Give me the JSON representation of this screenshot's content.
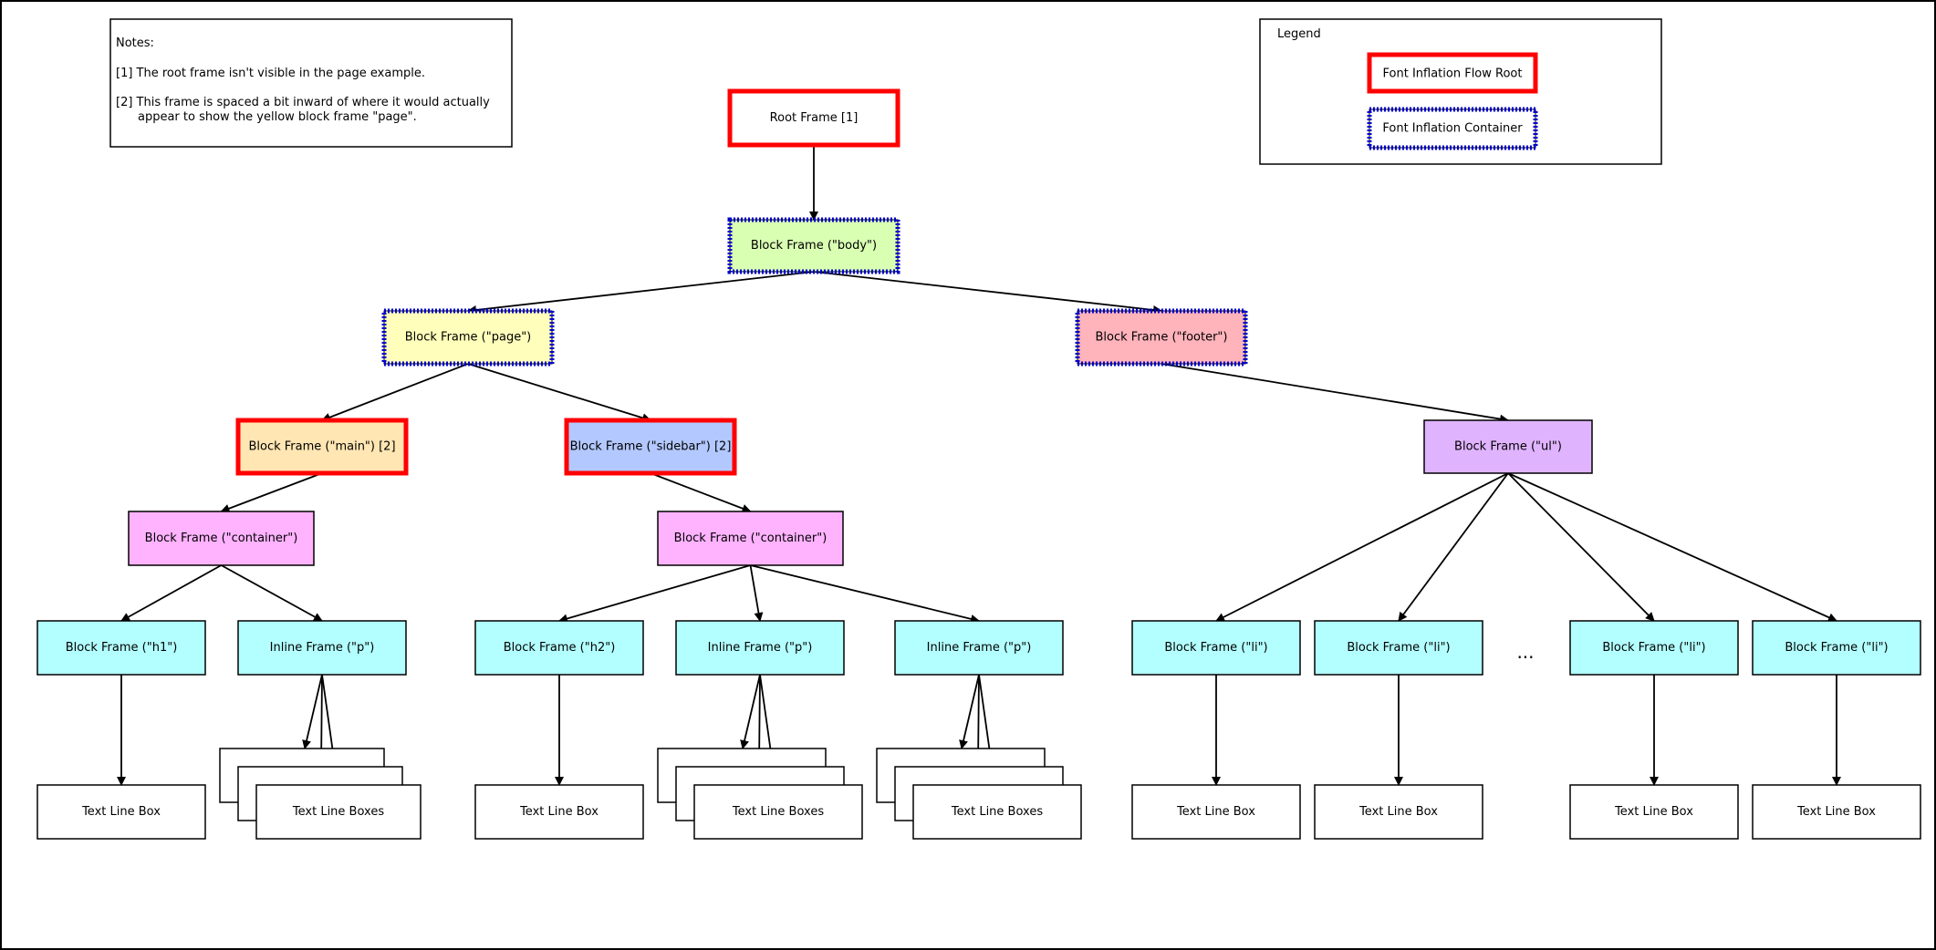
{
  "notes": {
    "title": "Notes:",
    "lines": [
      "[1] The root frame isn't visible in the page example.",
      "[2] This frame is spaced a bit inward of where it would actually",
      "appear to show the yellow block frame \"page\"."
    ]
  },
  "legend": {
    "title": "Legend",
    "flow_root_label": "Font Inflation Flow Root",
    "container_label": "Font Inflation Container",
    "colors": {
      "flow_root_border": "#ff0000",
      "container_border": "#0000cc"
    }
  },
  "nodes": {
    "root": {
      "label": "Root Frame [1]",
      "style": "flow-root",
      "fill": "#ffffff"
    },
    "body": {
      "label": "Block Frame (\"body\")",
      "style": "container",
      "fill": "#d9ffb3"
    },
    "page": {
      "label": "Block Frame (\"page\")",
      "style": "container",
      "fill": "#ffffbb"
    },
    "footer": {
      "label": "Block Frame (\"footer\")",
      "style": "container",
      "fill": "#ffb3bb"
    },
    "main": {
      "label": "Block Frame (\"main\") [2]",
      "style": "flow-root",
      "fill": "#ffe6b3"
    },
    "sidebar": {
      "label": "Block Frame (\"sidebar\") [2]",
      "style": "flow-root",
      "fill": "#b3c8ff"
    },
    "ul": {
      "label": "Block Frame (\"ul\")",
      "style": "plain",
      "fill": "#e0b3ff"
    },
    "container_main": {
      "label": "Block Frame (\"container\")",
      "style": "plain",
      "fill": "#ffb3ff"
    },
    "container_sidebar": {
      "label": "Block Frame (\"container\")",
      "style": "plain",
      "fill": "#ffb3ff"
    },
    "h1": {
      "label": "Block Frame (\"h1\")",
      "style": "plain",
      "fill": "#b3ffff"
    },
    "p_main": {
      "label": "Inline Frame (\"p\")",
      "style": "plain",
      "fill": "#b3ffff"
    },
    "h2": {
      "label": "Block Frame (\"h2\")",
      "style": "plain",
      "fill": "#b3ffff"
    },
    "p_side1": {
      "label": "Inline Frame (\"p\")",
      "style": "plain",
      "fill": "#b3ffff"
    },
    "p_side2": {
      "label": "Inline Frame (\"p\")",
      "style": "plain",
      "fill": "#b3ffff"
    },
    "li1": {
      "label": "Block Frame (\"li\")",
      "style": "plain",
      "fill": "#b3ffff"
    },
    "li2": {
      "label": "Block Frame (\"li\")",
      "style": "plain",
      "fill": "#b3ffff"
    },
    "li3": {
      "label": "Block Frame (\"li\")",
      "style": "plain",
      "fill": "#b3ffff"
    },
    "li4": {
      "label": "Block Frame (\"li\")",
      "style": "plain",
      "fill": "#b3ffff"
    },
    "tl_h1": {
      "label": "Text Line Box",
      "style": "plain",
      "fill": "#ffffff"
    },
    "tls_main": {
      "label": "Text Line Boxes",
      "style": "stack",
      "fill": "#ffffff"
    },
    "tl_h2": {
      "label": "Text Line Box",
      "style": "plain",
      "fill": "#ffffff"
    },
    "tls_side1": {
      "label": "Text Line Boxes",
      "style": "stack",
      "fill": "#ffffff"
    },
    "tls_side2": {
      "label": "Text Line Boxes",
      "style": "stack",
      "fill": "#ffffff"
    },
    "tl_li1": {
      "label": "Text Line Box",
      "style": "plain",
      "fill": "#ffffff"
    },
    "tl_li2": {
      "label": "Text Line Box",
      "style": "plain",
      "fill": "#ffffff"
    },
    "tl_li3": {
      "label": "Text Line Box",
      "style": "plain",
      "fill": "#ffffff"
    },
    "tl_li4": {
      "label": "Text Line Box",
      "style": "plain",
      "fill": "#ffffff"
    }
  },
  "ellipsis": "...",
  "edges": [
    [
      "root",
      "body"
    ],
    [
      "body",
      "page"
    ],
    [
      "body",
      "footer"
    ],
    [
      "page",
      "main"
    ],
    [
      "page",
      "sidebar"
    ],
    [
      "footer",
      "ul"
    ],
    [
      "main",
      "container_main"
    ],
    [
      "sidebar",
      "container_sidebar"
    ],
    [
      "container_main",
      "h1"
    ],
    [
      "container_main",
      "p_main"
    ],
    [
      "container_sidebar",
      "h2"
    ],
    [
      "container_sidebar",
      "p_side1"
    ],
    [
      "container_sidebar",
      "p_side2"
    ],
    [
      "ul",
      "li1"
    ],
    [
      "ul",
      "li2"
    ],
    [
      "ul",
      "li3"
    ],
    [
      "ul",
      "li4"
    ],
    [
      "h1",
      "tl_h1"
    ],
    [
      "p_main",
      "tls_main"
    ],
    [
      "h2",
      "tl_h2"
    ],
    [
      "p_side1",
      "tls_side1"
    ],
    [
      "p_side2",
      "tls_side2"
    ],
    [
      "li1",
      "tl_li1"
    ],
    [
      "li2",
      "tl_li2"
    ],
    [
      "li3",
      "tl_li3"
    ],
    [
      "li4",
      "tl_li4"
    ]
  ]
}
